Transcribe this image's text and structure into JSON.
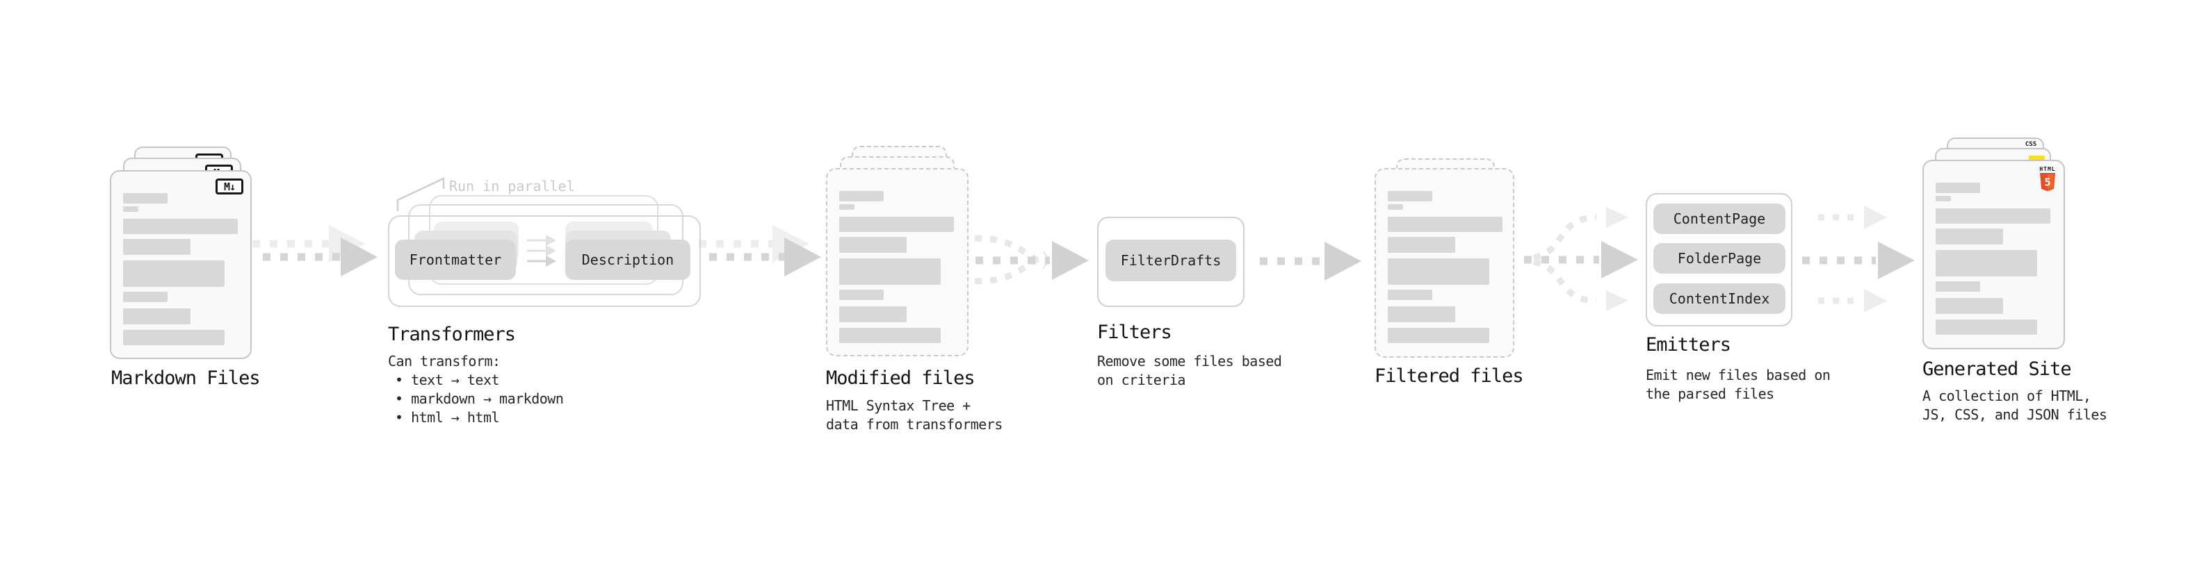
{
  "markdown_files": {
    "title": "Markdown Files",
    "badge": "M↓"
  },
  "transformers": {
    "title": "Transformers",
    "callout": "Run in parallel",
    "button_left": "Frontmatter",
    "button_right": "Description",
    "desc": [
      "Can transform:",
      "• text → text",
      "• markdown → markdown",
      "• html → html"
    ]
  },
  "modified_files": {
    "title": "Modified files",
    "desc": [
      "HTML Syntax Tree +",
      "data from transformers"
    ]
  },
  "filters": {
    "title": "Filters",
    "button": "FilterDrafts",
    "desc": [
      "Remove some files based",
      "on criteria"
    ]
  },
  "filtered_files": {
    "title": "Filtered files"
  },
  "emitters": {
    "title": "Emitters",
    "button_1": "ContentPage",
    "button_2": "FolderPage",
    "button_3": "ContentIndex",
    "desc": [
      "Emit new files based on",
      "the parsed files"
    ]
  },
  "generated_site": {
    "title": "Generated Site",
    "desc": [
      "A collection of HTML,",
      "JS, CSS, and JSON files"
    ],
    "badge_css": "CSS",
    "badge_html": "HTML",
    "badge_html_number": "5"
  },
  "colors": {
    "css_blue": "#264de4",
    "js_yellow": "#f7df1e",
    "html5_orange": "#e44d26",
    "html5_orange_light": "#f16529",
    "bar_gray": "#d8d8d8",
    "arrow_gray": "#d5d5d5"
  }
}
